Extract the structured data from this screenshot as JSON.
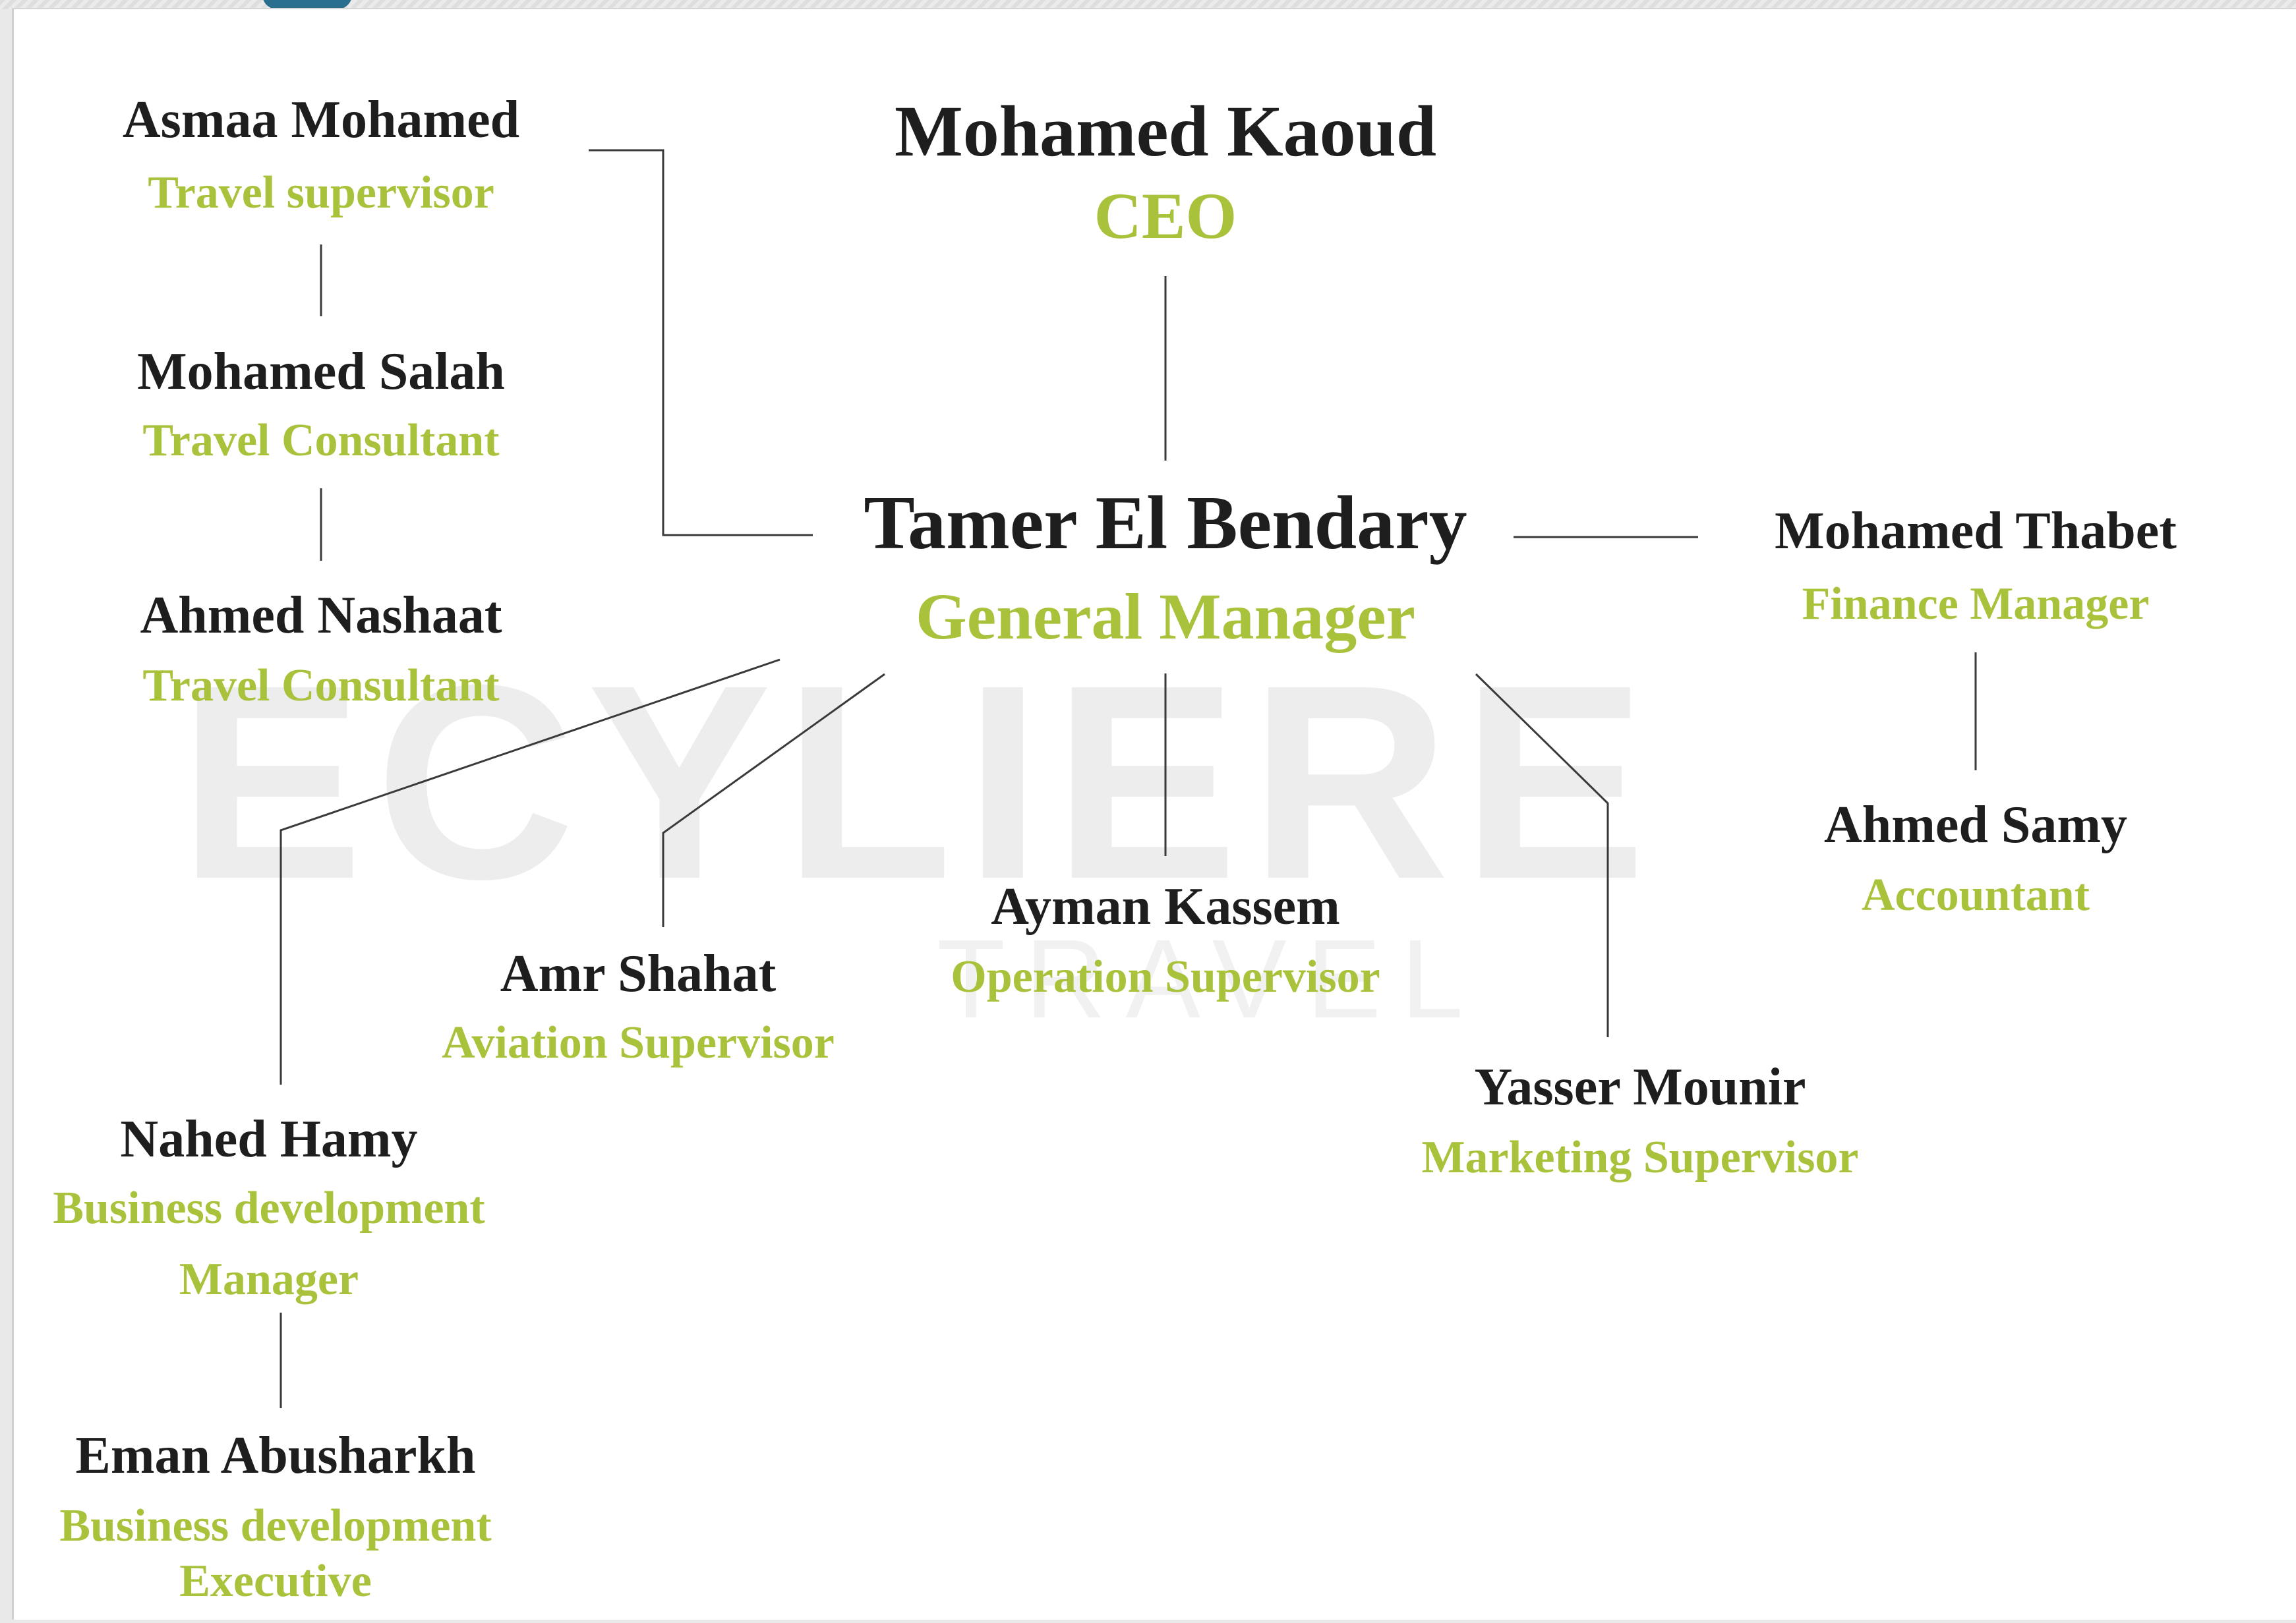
{
  "chart": {
    "people": {
      "ceo": {
        "name": "Mohamed Kaoud",
        "role": "CEO"
      },
      "gm": {
        "name": "Tamer El Bendary",
        "role": "General Manager"
      },
      "asmaa": {
        "name": "Asmaa Mohamed",
        "role": "Travel supervisor"
      },
      "salah": {
        "name": "Mohamed Salah",
        "role": "Travel Consultant"
      },
      "nashaat": {
        "name": "Ahmed Nashaat",
        "role": "Travel Consultant"
      },
      "thabet": {
        "name": "Mohamed Thabet",
        "role": "Finance Manager"
      },
      "samy": {
        "name": "Ahmed Samy",
        "role": "Accountant"
      },
      "kassem": {
        "name": "Ayman Kassem",
        "role": "Operation Supervisor"
      },
      "shahat": {
        "name": "Amr Shahat",
        "role": "Aviation Supervisor"
      },
      "mounir": {
        "name": "Yasser Mounir",
        "role": "Marketing Supervisor"
      },
      "nahed": {
        "name": "Nahed Hamy",
        "role_line1": "Business development",
        "role_line2": "Manager"
      },
      "eman": {
        "name": "Eman Abusharkh",
        "role_line1": "Business development",
        "role_line2": "Executive"
      }
    },
    "reporting_lines": [
      [
        "ceo",
        "gm"
      ],
      [
        "gm",
        "asmaa"
      ],
      [
        "asmaa",
        "salah"
      ],
      [
        "salah",
        "nashaat"
      ],
      [
        "gm",
        "thabet"
      ],
      [
        "thabet",
        "samy"
      ],
      [
        "gm",
        "kassem"
      ],
      [
        "gm",
        "shahat"
      ],
      [
        "gm",
        "nahed"
      ],
      [
        "gm",
        "mounir"
      ],
      [
        "nahed",
        "eman"
      ]
    ],
    "colors": {
      "name_text": "#1e1e1e",
      "role_text": "#a9c23c",
      "connector": "#3a3a3a",
      "watermark": "#ededed"
    },
    "watermark": {
      "logo_word": "ECYLIERE",
      "logo_sub": "TRAVEL"
    }
  }
}
